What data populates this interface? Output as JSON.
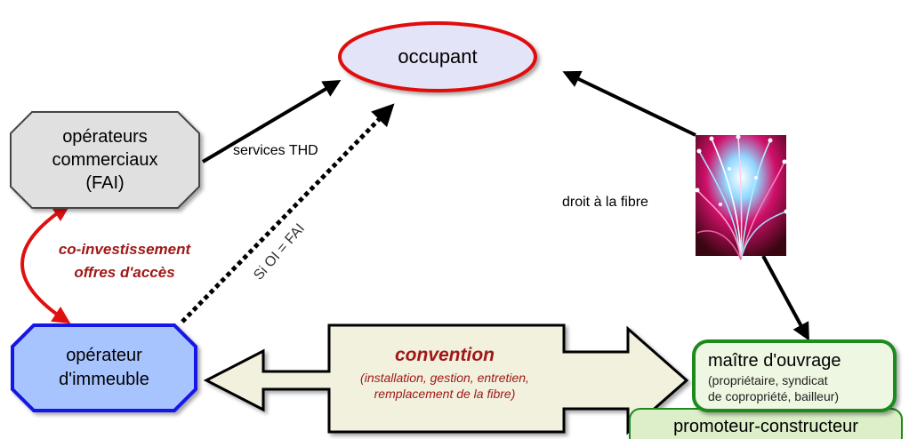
{
  "nodes": {
    "occupant": "occupant",
    "operateurs_commerciaux": [
      "opérateurs",
      "commerciaux",
      "(FAI)"
    ],
    "operateur_immeuble": [
      "opérateur",
      "d'immeuble"
    ],
    "maitre_ouvrage": {
      "title": "maître d'ouvrage",
      "subtitle": [
        "(propriétaire, syndicat",
        "de copropriété, bailleur)"
      ]
    },
    "promoteur": "promoteur-constructeur"
  },
  "edges": {
    "services": "services THD",
    "si_oi": "Si OI = FAI",
    "droit_fibre": "droit à la fibre",
    "co_invest": [
      "co-investissement",
      "offres d'accès"
    ]
  },
  "convention": {
    "title": "convention",
    "detail": [
      "(installation, gestion, entretien,",
      "remplacement de la fibre)"
    ]
  },
  "colors": {
    "occupant_fill": "#e4e4f8",
    "occupant_stroke": "#e01010",
    "commerciaux_fill": "#e0e0e0",
    "immeuble_fill": "#a8c4ff",
    "immeuble_stroke": "#1414e6",
    "ouvrage_fill": "#eef7e2",
    "ouvrage_stroke": "#1e8a1e",
    "convention_fill": "#f1f1de",
    "co_invest_text": "#a01818",
    "convention_text": "#a01818"
  },
  "icons": {
    "fiber": "fiber-optic-image"
  }
}
